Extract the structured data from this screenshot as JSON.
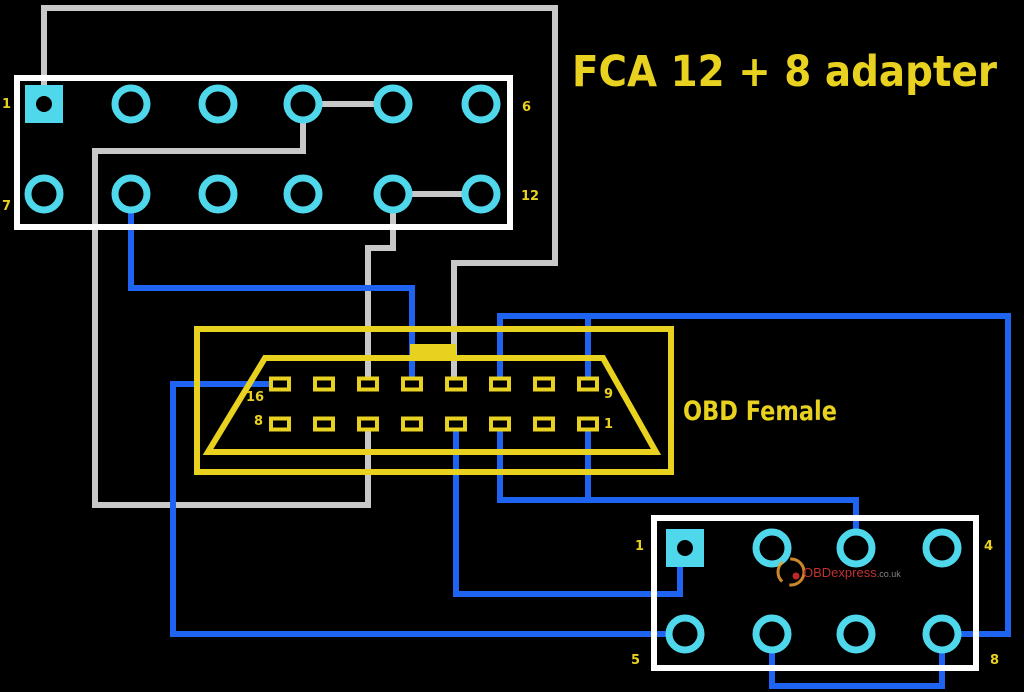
{
  "title": "FCA 12 + 8 adapter",
  "obd_label": "OBD Female",
  "header12": {
    "labels": {
      "top_left": "1",
      "top_right": "6",
      "bottom_left": "7",
      "bottom_right": "12"
    }
  },
  "obd": {
    "labels": {
      "top_left": "16",
      "top_right": "9",
      "bottom_left": "8",
      "bottom_right": "1"
    }
  },
  "header8": {
    "labels": {
      "top_left": "1",
      "top_right": "4",
      "bottom_left": "5",
      "bottom_right": "8"
    }
  },
  "watermark": {
    "main": "OBDexpress",
    "suffix": ".co.uk"
  },
  "colors": {
    "background": "#000000",
    "pad": "#4fd8ec",
    "label": "#e8d21f",
    "connector_outline": "#ffffff",
    "obd_outline": "#e8d21f",
    "wire_gray": "#c8c8c8",
    "wire_blue": "#1e64f0"
  }
}
